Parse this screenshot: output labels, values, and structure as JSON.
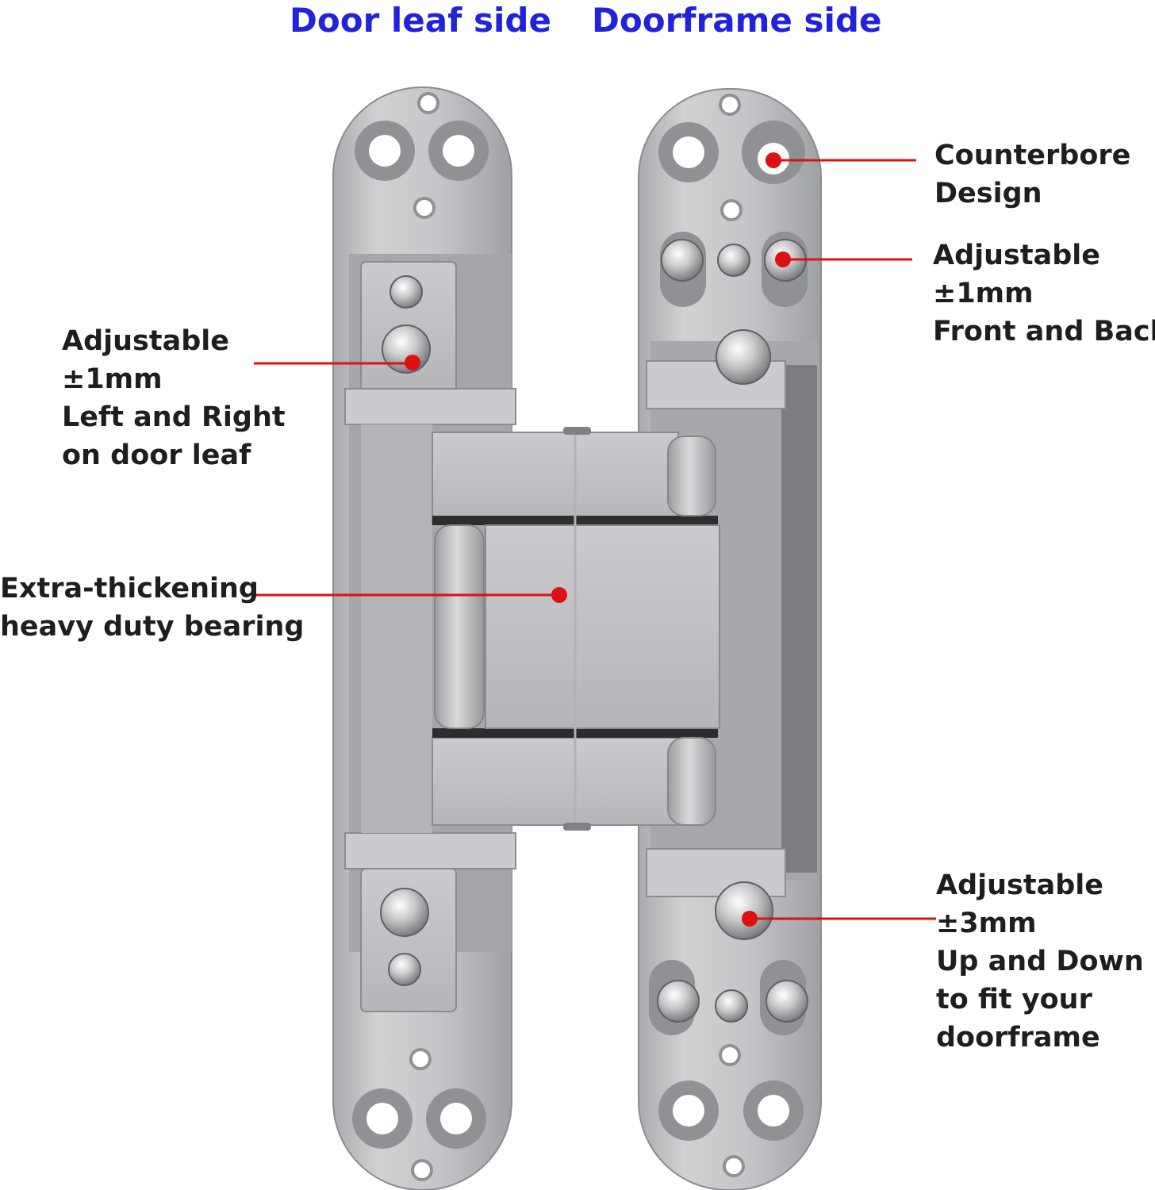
{
  "header": {
    "left_title": "Door leaf side",
    "right_title": "Doorframe side"
  },
  "colors": {
    "title": "#2222dd",
    "callout_text": "#1e1e1e",
    "leader_line": "#dd1111",
    "hinge_metal": "#c4c6c9",
    "hinge_shadow": "#8e9094"
  },
  "callouts": {
    "counterbore": {
      "lines": [
        "Counterbore",
        "Design"
      ]
    },
    "front_back": {
      "lines": [
        "Adjustable",
        "±1mm",
        "Front and Back"
      ]
    },
    "left_right": {
      "lines": [
        "Adjustable",
        "±1mm",
        "Left and Right",
        "on door leaf"
      ]
    },
    "bearing": {
      "lines": [
        "Extra-thickening",
        "heavy duty bearing"
      ]
    },
    "up_down": {
      "lines": [
        "Adjustable",
        "±3mm",
        "Up and Down",
        "to fit your",
        "doorframe"
      ]
    }
  }
}
